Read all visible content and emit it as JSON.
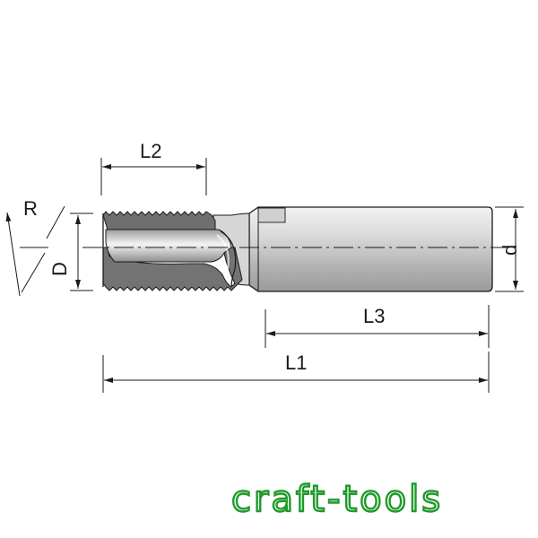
{
  "labels": {
    "l2": "L2",
    "r": "R",
    "d_big": "D",
    "d_small": "d",
    "l3": "L3",
    "l1": "L1"
  },
  "brand": {
    "text": "craft-tools",
    "color": "#1f9a2a"
  },
  "colors": {
    "line": "#1a1a1a",
    "shank_light": "#eeeeee",
    "shank_mid": "#bdbdbd",
    "shank_dark": "#8a8a8a",
    "cutter": "#6f6f6f"
  }
}
